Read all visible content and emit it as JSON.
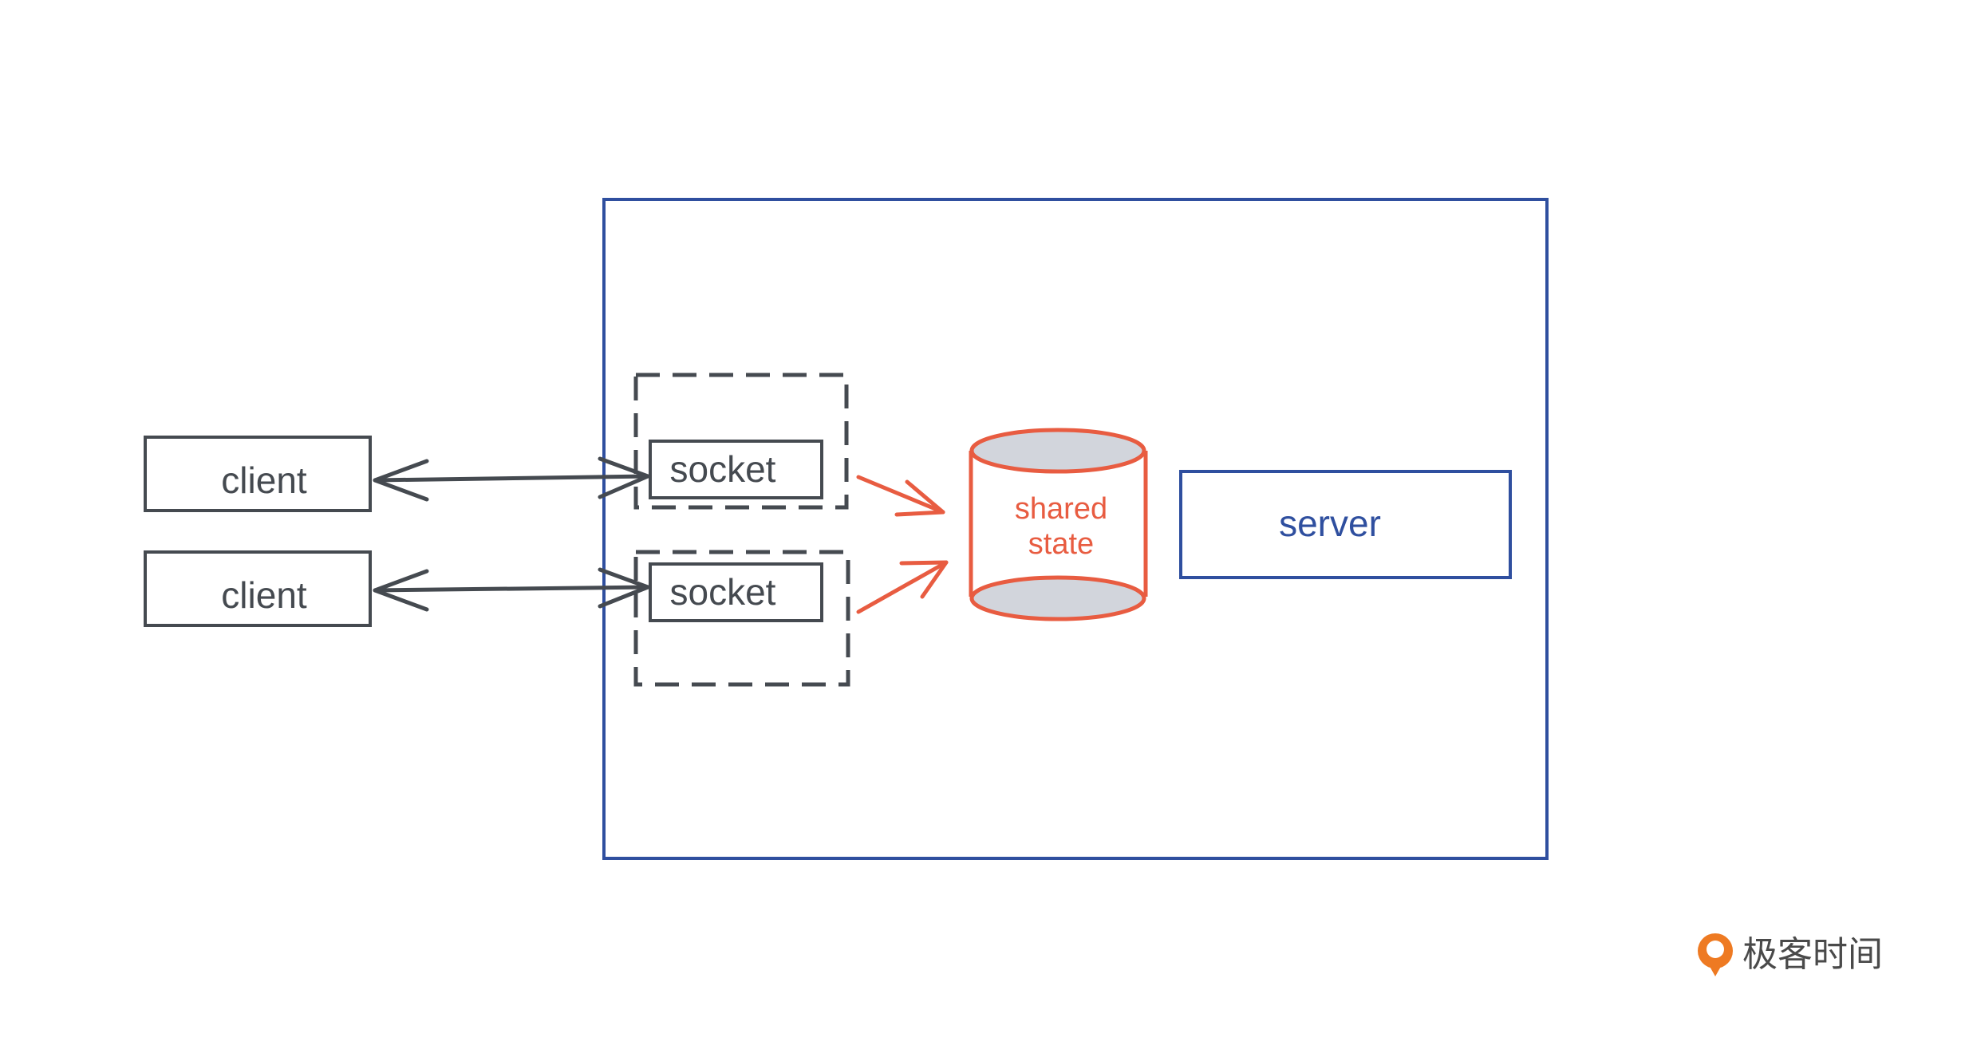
{
  "colors": {
    "dark": "#454a50",
    "blue": "#2f4f9f",
    "orange": "#e85c41",
    "cylinder_fill": "#d2d5dc",
    "brand_orange": "#ee7a22"
  },
  "clients": [
    {
      "label": "client"
    },
    {
      "label": "client"
    }
  ],
  "sockets": [
    {
      "label": "socket"
    },
    {
      "label": "socket"
    }
  ],
  "shared_state": {
    "line1": "shared",
    "line2": "state"
  },
  "server": {
    "label": "server"
  },
  "brand": {
    "text": "极客时间",
    "icon": "geektime-logo-icon"
  }
}
